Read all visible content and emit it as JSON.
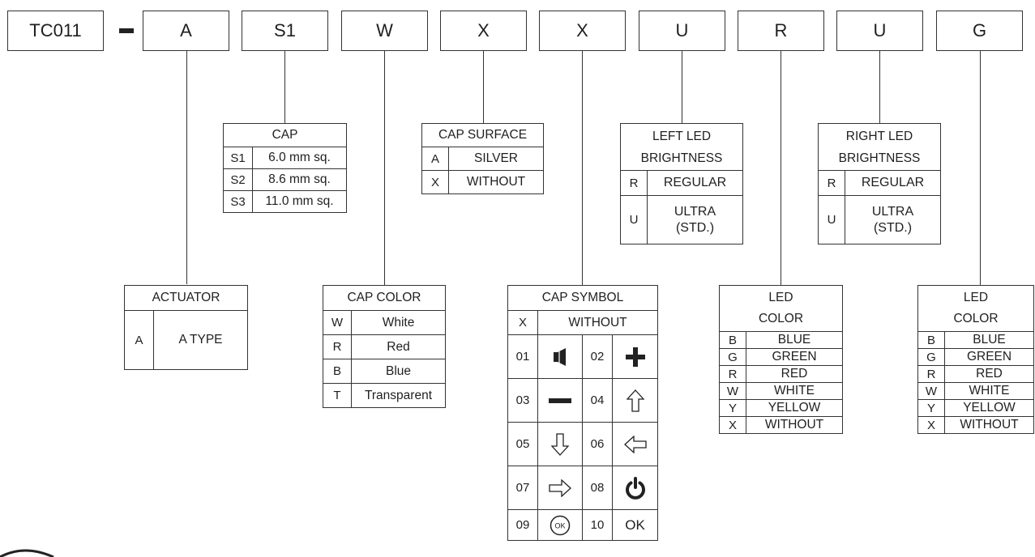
{
  "code": {
    "prefix": "TC011",
    "separator": "-",
    "segments": [
      "A",
      "S1",
      "W",
      "X",
      "X",
      "U",
      "R",
      "U",
      "G"
    ]
  },
  "actuator": {
    "title": "ACTUATOR",
    "rows": [
      {
        "code": "A",
        "label": "A TYPE"
      }
    ]
  },
  "cap": {
    "title": "CAP",
    "rows": [
      {
        "code": "S1",
        "label": "6.0 mm sq."
      },
      {
        "code": "S2",
        "label": "8.6 mm sq."
      },
      {
        "code": "S3",
        "label": "11.0 mm sq."
      }
    ]
  },
  "cap_color": {
    "title": "CAP COLOR",
    "rows": [
      {
        "code": "W",
        "label": "White"
      },
      {
        "code": "R",
        "label": "Red"
      },
      {
        "code": "B",
        "label": "Blue"
      },
      {
        "code": "T",
        "label": "Transparent"
      }
    ]
  },
  "cap_surface": {
    "title": "CAP SURFACE",
    "rows": [
      {
        "code": "A",
        "label": "SILVER"
      },
      {
        "code": "X",
        "label": "WITHOUT"
      }
    ]
  },
  "cap_symbol": {
    "title": "CAP SYMBOL",
    "without": {
      "code": "X",
      "label": "WITHOUT"
    },
    "symbols": [
      {
        "code": "01",
        "icon": "speaker-icon"
      },
      {
        "code": "02",
        "icon": "plus-icon"
      },
      {
        "code": "03",
        "icon": "minus-icon"
      },
      {
        "code": "04",
        "icon": "arrow-up-icon"
      },
      {
        "code": "05",
        "icon": "arrow-down-icon"
      },
      {
        "code": "06",
        "icon": "arrow-left-icon"
      },
      {
        "code": "07",
        "icon": "arrow-right-icon"
      },
      {
        "code": "08",
        "icon": "power-icon"
      },
      {
        "code": "09",
        "icon": "ok-circle-icon",
        "icon_text": "OK"
      },
      {
        "code": "10",
        "icon": "ok-text-icon",
        "icon_text": "OK"
      }
    ]
  },
  "left_led_brightness": {
    "title_line1": "LEFT  LED",
    "title_line2": "BRIGHTNESS",
    "rows": [
      {
        "code": "R",
        "label": "REGULAR"
      },
      {
        "code": "U",
        "label_line1": "ULTRA",
        "label_line2": "(STD.)"
      }
    ]
  },
  "right_led_brightness": {
    "title_line1": "RIGHT  LED",
    "title_line2": "BRIGHTNESS",
    "rows": [
      {
        "code": "R",
        "label": "REGULAR"
      },
      {
        "code": "U",
        "label_line1": "ULTRA",
        "label_line2": "(STD.)"
      }
    ]
  },
  "left_led_color": {
    "title_line1": "LED",
    "title_line2": "COLOR",
    "rows": [
      {
        "code": "B",
        "label": "BLUE"
      },
      {
        "code": "G",
        "label": "GREEN"
      },
      {
        "code": "R",
        "label": "RED"
      },
      {
        "code": "W",
        "label": "WHITE"
      },
      {
        "code": "Y",
        "label": "YELLOW"
      },
      {
        "code": "X",
        "label": "WITHOUT"
      }
    ]
  },
  "right_led_color": {
    "title_line1": "LED",
    "title_line2": "COLOR",
    "rows": [
      {
        "code": "B",
        "label": "BLUE"
      },
      {
        "code": "G",
        "label": "GREEN"
      },
      {
        "code": "R",
        "label": "RED"
      },
      {
        "code": "W",
        "label": "WHITE"
      },
      {
        "code": "Y",
        "label": "YELLOW"
      },
      {
        "code": "X",
        "label": "WITHOUT"
      }
    ]
  }
}
